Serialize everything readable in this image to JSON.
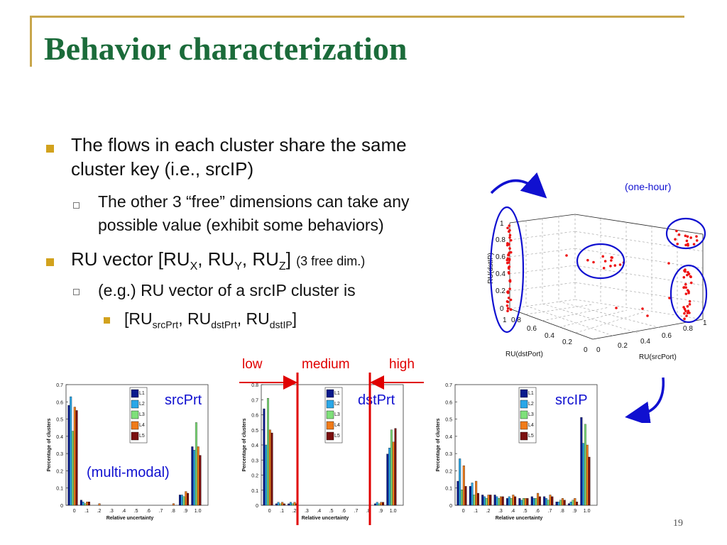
{
  "title": "Behavior characterization",
  "bullets": {
    "b1_line1": "The flows in each cluster share the same",
    "b1_line2": "cluster key (i.e., srcIP)",
    "b1a_line1": "The other 3 “free” dimensions can take any",
    "b1a_line2": "possible value (exhibit some behaviors)",
    "b2_prefix": "RU vector [RU",
    "b2_sub_x": "X",
    "b2_sep1": ", RU",
    "b2_sub_y": "Y",
    "b2_sep2": ", RU",
    "b2_sub_z": "Z",
    "b2_suffix": "]",
    "b2_note": "(3 free dim.)",
    "b2a": "(e.g.) RU vector of a srcIP cluster is",
    "b2b_prefix": "[RU",
    "b2b_sub1": "srcPrt",
    "b2b_sep1": ", RU",
    "b2b_sub2": "dstPrt",
    "b2b_sep2": ", RU",
    "b2b_sub3": "dstIP",
    "b2b_suffix": "]"
  },
  "annotations": {
    "one_hour": "(one-hour)",
    "low": "low",
    "medium": "medium",
    "high": "high",
    "multi_modal": "(multi-modal)"
  },
  "page_number": "19",
  "colors": {
    "title": "#1b6b3a",
    "accent_bar": "#c8a64b",
    "bullet": "#d2a21d",
    "red": "#e00000",
    "blue": "#1010d0"
  },
  "scatter3d": {
    "zlabel": "RU(dstIP)",
    "xlabel": "RU(dstPort)",
    "ylabel": "RU(srcPort)",
    "z_ticks": [
      "0",
      "0.2",
      "0.4",
      "0.6",
      "0.8",
      "1"
    ],
    "x_ticks": [
      "0",
      "0.2",
      "0.4",
      "0.6",
      "0.8",
      "1"
    ],
    "y_ticks": [
      "0",
      "0.2",
      "0.4",
      "0.6",
      "0.8",
      "1"
    ]
  },
  "chart_data": [
    {
      "type": "bar",
      "name": "srcPrt",
      "title": "srcPrt",
      "xlabel": "Relative uncertainty",
      "ylabel": "Percentage of clusters",
      "ylim": [
        0,
        0.7
      ],
      "yticks": [
        "0",
        "0.1",
        "0.2",
        "0.3",
        "0.4",
        "0.5",
        "0.6",
        "0.7"
      ],
      "categories": [
        "0",
        ".1",
        ".2",
        ".3",
        ".4",
        ".5",
        ".6",
        ".7",
        ".8",
        ".9",
        "1.0"
      ],
      "legend": [
        "L1",
        "L2",
        "L3",
        "L4",
        "L5"
      ],
      "series": [
        {
          "name": "L1",
          "values": [
            0.58,
            0.03,
            0.0,
            0.0,
            0.0,
            0.0,
            0.0,
            0.0,
            0.0,
            0.06,
            0.34
          ]
        },
        {
          "name": "L2",
          "values": [
            0.63,
            0.02,
            0.0,
            0.0,
            0.0,
            0.0,
            0.0,
            0.0,
            0.0,
            0.06,
            0.32
          ]
        },
        {
          "name": "L3",
          "values": [
            0.43,
            0.01,
            0.0,
            0.0,
            0.0,
            0.0,
            0.0,
            0.0,
            0.0,
            0.05,
            0.48
          ]
        },
        {
          "name": "L4",
          "values": [
            0.57,
            0.02,
            0.01,
            0.0,
            0.0,
            0.0,
            0.0,
            0.0,
            0.01,
            0.08,
            0.34
          ]
        },
        {
          "name": "L5",
          "values": [
            0.55,
            0.02,
            0.0,
            0.0,
            0.0,
            0.0,
            0.0,
            0.0,
            0.0,
            0.07,
            0.29
          ]
        }
      ]
    },
    {
      "type": "bar",
      "name": "dstPrt",
      "title": "dstPrt",
      "xlabel": "Relative uncertainty",
      "ylabel": "Percentage of clusters",
      "ylim": [
        0,
        0.8
      ],
      "yticks": [
        "0",
        "0.1",
        "0.2",
        "0.3",
        "0.4",
        "0.5",
        "0.6",
        "0.7",
        "0.8"
      ],
      "categories": [
        "0",
        ".1",
        ".2",
        ".3",
        ".4",
        ".5",
        ".6",
        ".7",
        ".8",
        ".9",
        "1.0"
      ],
      "legend": [
        "L1",
        "L2",
        "L3",
        "L4",
        "L5"
      ],
      "series": [
        {
          "name": "L1",
          "values": [
            0.64,
            0.01,
            0.01,
            0.0,
            0.0,
            0.0,
            0.0,
            0.0,
            0.0,
            0.01,
            0.34
          ]
        },
        {
          "name": "L2",
          "values": [
            0.4,
            0.02,
            0.02,
            0.0,
            0.0,
            0.0,
            0.0,
            0.0,
            0.0,
            0.02,
            0.38
          ]
        },
        {
          "name": "L3",
          "values": [
            0.71,
            0.01,
            0.01,
            0.0,
            0.0,
            0.0,
            0.0,
            0.0,
            0.0,
            0.01,
            0.5
          ]
        },
        {
          "name": "L4",
          "values": [
            0.5,
            0.02,
            0.02,
            0.0,
            0.0,
            0.0,
            0.0,
            0.0,
            0.0,
            0.02,
            0.42
          ]
        },
        {
          "name": "L5",
          "values": [
            0.48,
            0.01,
            0.01,
            0.0,
            0.0,
            0.0,
            0.0,
            0.0,
            0.0,
            0.02,
            0.51
          ]
        }
      ]
    },
    {
      "type": "bar",
      "name": "srcIP",
      "title": "srcIP",
      "xlabel": "Relative uncertainty",
      "ylabel": "Percentage of clusters",
      "ylim": [
        0,
        0.7
      ],
      "yticks": [
        "0",
        "0.1",
        "0.2",
        "0.3",
        "0.4",
        "0.5",
        "0.6",
        "0.7"
      ],
      "categories": [
        "0",
        ".1",
        ".2",
        ".3",
        ".4",
        ".5",
        ".6",
        ".7",
        ".8",
        ".9",
        "1.0"
      ],
      "legend": [
        "L1",
        "L2",
        "L3",
        "L4",
        "L5"
      ],
      "series": [
        {
          "name": "L1",
          "values": [
            0.14,
            0.11,
            0.06,
            0.06,
            0.04,
            0.04,
            0.05,
            0.05,
            0.02,
            0.01,
            0.51
          ]
        },
        {
          "name": "L2",
          "values": [
            0.27,
            0.13,
            0.05,
            0.05,
            0.05,
            0.03,
            0.04,
            0.04,
            0.02,
            0.02,
            0.36
          ]
        },
        {
          "name": "L3",
          "values": [
            0.09,
            0.06,
            0.04,
            0.04,
            0.04,
            0.04,
            0.04,
            0.03,
            0.03,
            0.03,
            0.47
          ]
        },
        {
          "name": "L4",
          "values": [
            0.23,
            0.14,
            0.06,
            0.05,
            0.06,
            0.04,
            0.07,
            0.06,
            0.04,
            0.04,
            0.35
          ]
        },
        {
          "name": "L5",
          "values": [
            0.11,
            0.07,
            0.06,
            0.05,
            0.05,
            0.04,
            0.05,
            0.05,
            0.03,
            0.02,
            0.28
          ]
        }
      ]
    }
  ]
}
